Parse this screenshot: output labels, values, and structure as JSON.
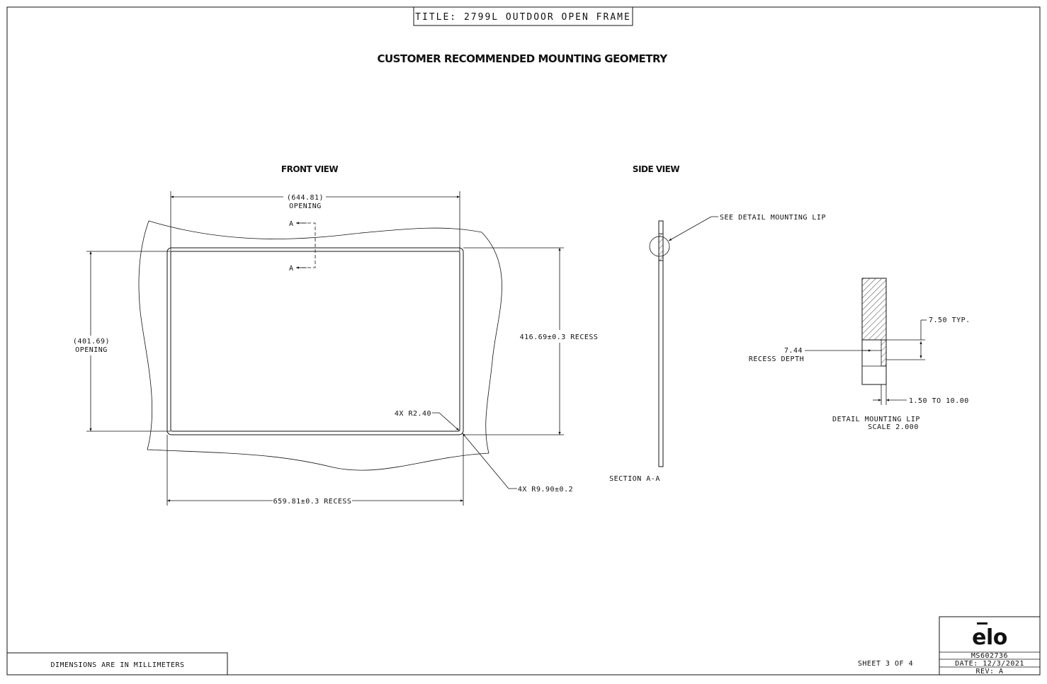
{
  "title": "TITLE: 2799L OUTDOOR OPEN FRAME",
  "heading": "CUSTOMER RECOMMENDED MOUNTING GEOMETRY",
  "front_view": {
    "label": "FRONT VIEW",
    "opening_width": "(644.81)",
    "opening_width_label": "OPENING",
    "opening_height": "(401.69)",
    "opening_height_label": "OPENING",
    "recess_height": "416.69±0.3 RECESS",
    "recess_width": "659.81±0.3 RECESS",
    "corner_radius_inner": "4X R2.40",
    "corner_radius_outer": "4X R9.90±0.2",
    "section_marker": "A"
  },
  "side_view": {
    "label": "SIDE VIEW",
    "detail_callout": "SEE DETAIL  MOUNTING LIP",
    "section_label": "SECTION  A-A"
  },
  "detail": {
    "typ": "7.50 TYP.",
    "depth_value": "7.44",
    "depth_label": "RECESS DEPTH",
    "lip_range": "1.50 TO 10.00",
    "title": "DETAIL  MOUNTING LIP",
    "scale": "SCALE  2.000"
  },
  "footer": {
    "units_note": "DIMENSIONS ARE IN MILLIMETERS",
    "sheet": "SHEET 3 OF 4",
    "logo": "elo",
    "doc_number": "MS602736",
    "date": "DATE: 12/3/2021",
    "rev": "REV: A"
  }
}
